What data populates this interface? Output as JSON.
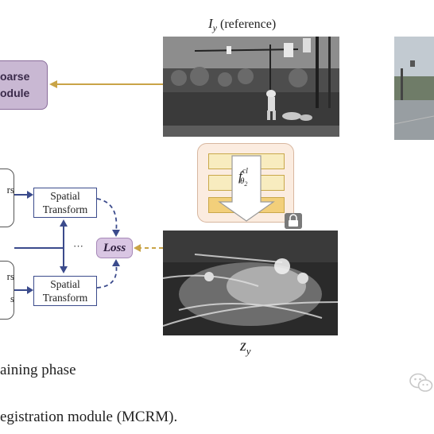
{
  "reference": {
    "label_symbol": "I",
    "label_subscript": "y",
    "label_note": "(reference)"
  },
  "coarse_module": {
    "line1": "oarse",
    "line2": "odule"
  },
  "encoder": {
    "symbol": "f",
    "superscript": "cl",
    "subscript_symbol": "θ",
    "subscript_index": "2"
  },
  "feature": {
    "symbol": "z",
    "subscript": "y"
  },
  "layers": [
    {
      "text_top": "rs",
      "text_bottom": ""
    },
    {
      "text_top": "rs",
      "text_bottom": "s"
    }
  ],
  "spatial_transform": {
    "line1": "Spatial",
    "line2": "Transform"
  },
  "ellipsis": "···",
  "loss_label": "Loss",
  "captions": {
    "phase": "aining phase",
    "figure": "egistration module (MCRM)."
  },
  "colors": {
    "arrow_gold": "#c9a447",
    "arrow_blue": "#3b4b8c",
    "module_purple": "#c9b8d3"
  }
}
